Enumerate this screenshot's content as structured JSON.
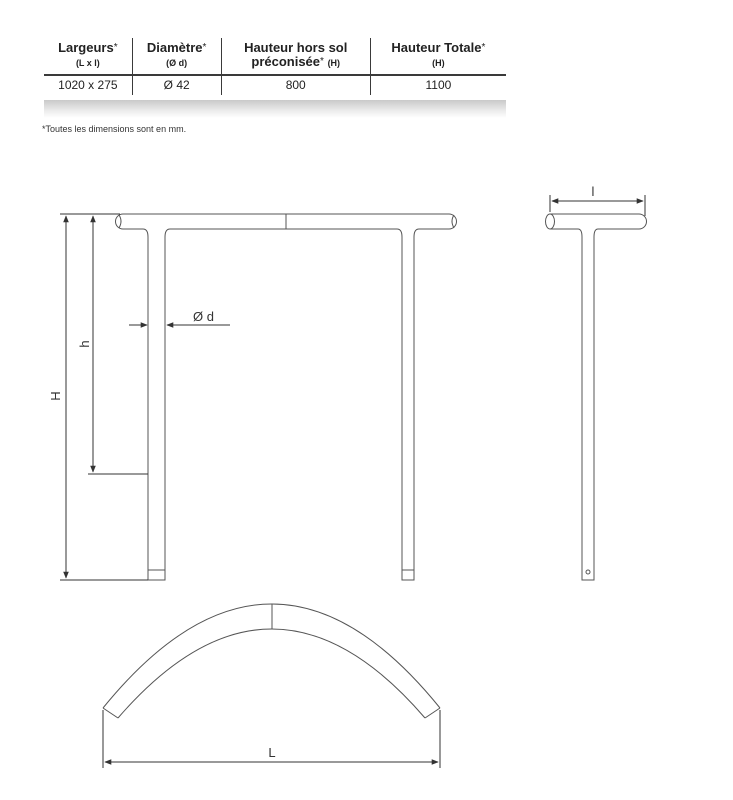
{
  "table": {
    "headers": [
      {
        "title": "Largeurs",
        "mark": "*",
        "sub": "(L x l)"
      },
      {
        "title": "Diamètre",
        "mark": "*",
        "sub": "(Ø d)"
      },
      {
        "title": "Hauteur hors sol",
        "title2": "préconisée",
        "mark": "*",
        "unit": "(H)"
      },
      {
        "title": "Hauteur Totale",
        "mark": "*",
        "sub": "(H)"
      }
    ],
    "row": [
      "1020 x 275",
      "Ø 42",
      "800",
      "1100"
    ]
  },
  "footnote": "*Toutes les dimensions sont en mm.",
  "labels": {
    "H": "H",
    "h": "h",
    "diameter": "Ø d",
    "l": "l",
    "L": "L"
  }
}
